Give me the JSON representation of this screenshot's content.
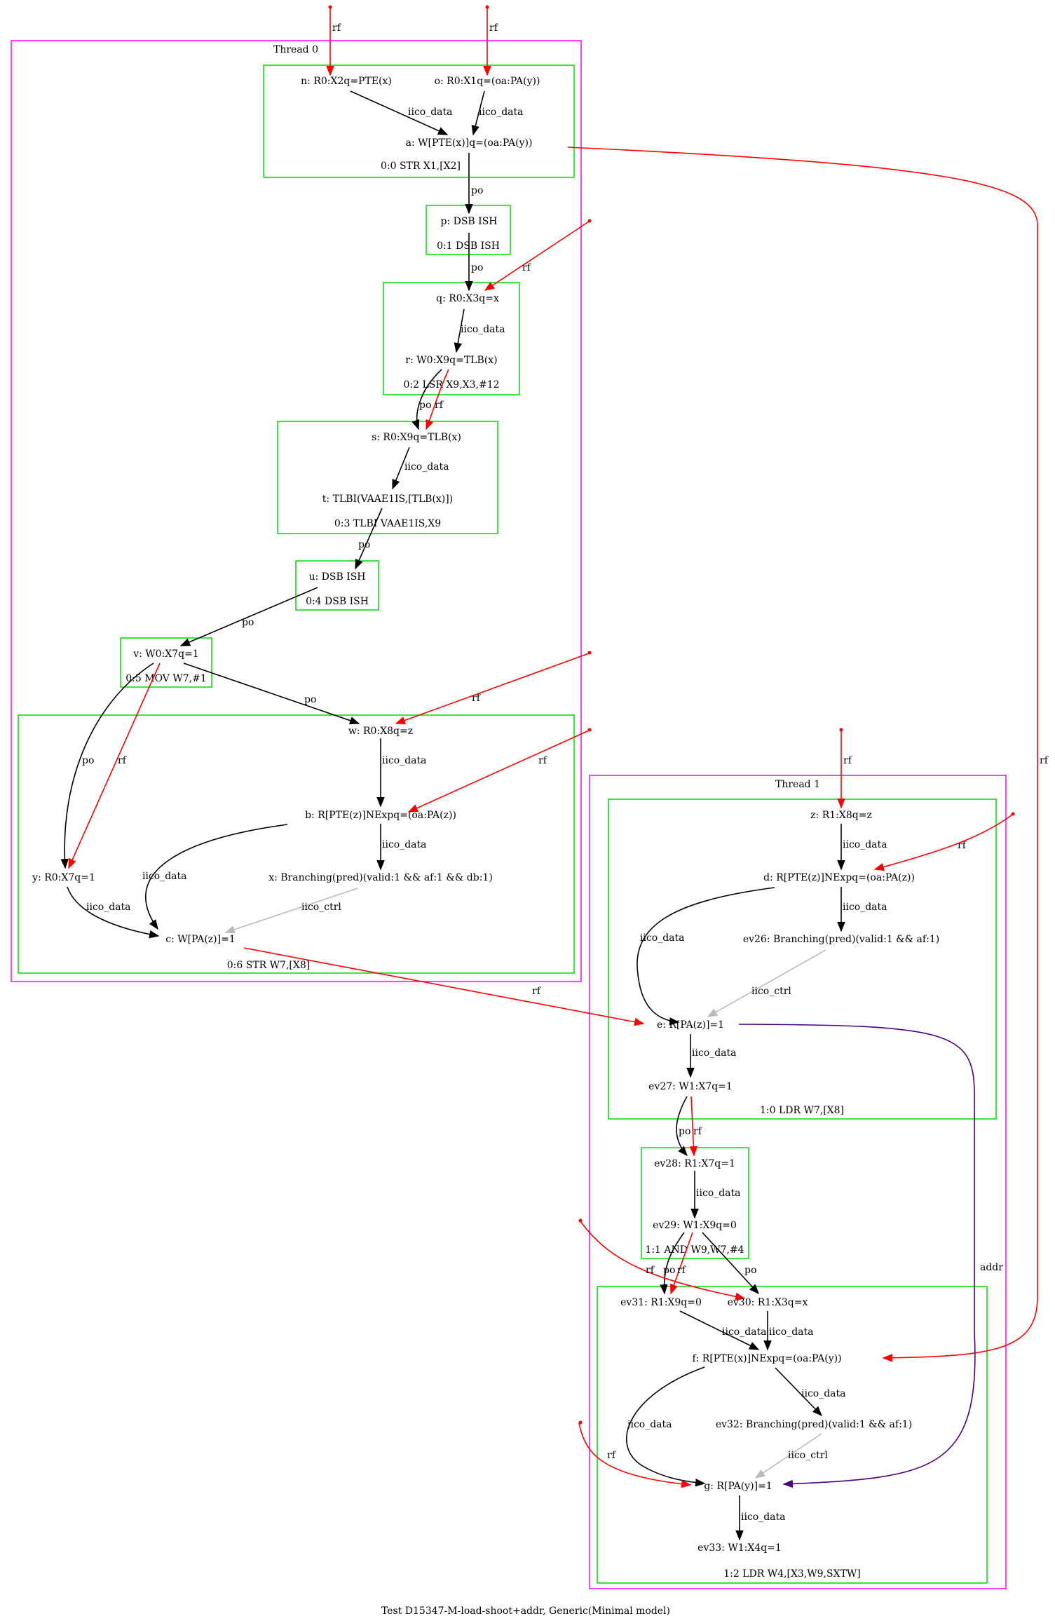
{
  "caption": "Test D15347-M-load-shoot+addr, Generic(Minimal model)",
  "colors": {
    "thread_border": "#ff00ff",
    "instr_border": "#00dd00",
    "black_edge": "#000000",
    "rf_edge": "#ff0000",
    "ctrl_edge": "#bbbbbb",
    "addr_edge": "#4b0082"
  },
  "threads": [
    {
      "id": "t0",
      "label": "Thread 0"
    },
    {
      "id": "t1",
      "label": "Thread 1"
    }
  ],
  "instructions": [
    {
      "id": "i00",
      "thread": "t0",
      "label": "0:0 STR X1,[X2]"
    },
    {
      "id": "i01",
      "thread": "t0",
      "label": "0:1 DSB ISH"
    },
    {
      "id": "i02",
      "thread": "t0",
      "label": "0:2 LSR X9,X3,#12"
    },
    {
      "id": "i03",
      "thread": "t0",
      "label": "0:3 TLBI VAAE1IS,X9"
    },
    {
      "id": "i04",
      "thread": "t0",
      "label": "0:4 DSB ISH"
    },
    {
      "id": "i05",
      "thread": "t0",
      "label": "0:5 MOV W7,#1"
    },
    {
      "id": "i06",
      "thread": "t0",
      "label": "0:6 STR W7,[X8]"
    },
    {
      "id": "i10",
      "thread": "t1",
      "label": "1:0 LDR W7,[X8]"
    },
    {
      "id": "i11",
      "thread": "t1",
      "label": "1:1 AND W9,W7,#4"
    },
    {
      "id": "i12",
      "thread": "t1",
      "label": "1:2 LDR W4,[X3,W9,SXTW]"
    }
  ],
  "events": [
    {
      "id": "n",
      "label": "n: R0:X2q=PTE(x)"
    },
    {
      "id": "o",
      "label": "o: R0:X1q=(oa:PA(y))"
    },
    {
      "id": "a",
      "label": "a: W[PTE(x)]q=(oa:PA(y))"
    },
    {
      "id": "p",
      "label": "p: DSB ISH"
    },
    {
      "id": "q",
      "label": "q: R0:X3q=x"
    },
    {
      "id": "r",
      "label": "r: W0:X9q=TLB(x)"
    },
    {
      "id": "s",
      "label": "s: R0:X9q=TLB(x)"
    },
    {
      "id": "t",
      "label": "t: TLBI(VAAE1IS,[TLB(x)])"
    },
    {
      "id": "u",
      "label": "u: DSB ISH"
    },
    {
      "id": "v",
      "label": "v: W0:X7q=1"
    },
    {
      "id": "w",
      "label": "w: R0:X8q=z"
    },
    {
      "id": "b",
      "label": "b: R[PTE(z)]NExpq=(oa:PA(z))"
    },
    {
      "id": "x",
      "label": "x: Branching(pred)(valid:1 && af:1 && db:1)"
    },
    {
      "id": "y",
      "label": "y: R0:X7q=1"
    },
    {
      "id": "c",
      "label": "c: W[PA(z)]=1"
    },
    {
      "id": "z",
      "label": "z: R1:X8q=z"
    },
    {
      "id": "d",
      "label": "d: R[PTE(z)]NExpq=(oa:PA(z))"
    },
    {
      "id": "ev26",
      "label": "ev26: Branching(pred)(valid:1 && af:1)"
    },
    {
      "id": "e",
      "label": "e: R[PA(z)]=1"
    },
    {
      "id": "ev27",
      "label": "ev27: W1:X7q=1"
    },
    {
      "id": "ev28",
      "label": "ev28: R1:X7q=1"
    },
    {
      "id": "ev29",
      "label": "ev29: W1:X9q=0"
    },
    {
      "id": "ev31",
      "label": "ev31: R1:X9q=0"
    },
    {
      "id": "ev30",
      "label": "ev30: R1:X3q=x"
    },
    {
      "id": "f",
      "label": "f: R[PTE(x)]NExpq=(oa:PA(y))"
    },
    {
      "id": "ev32",
      "label": "ev32: Branching(pred)(valid:1 && af:1)"
    },
    {
      "id": "g",
      "label": "g: R[PA(y)]=1"
    },
    {
      "id": "ev33",
      "label": "ev33: W1:X4q=1"
    }
  ],
  "edges": [
    {
      "from": "init",
      "to": "n",
      "kind": "rf",
      "label": "rf"
    },
    {
      "from": "init",
      "to": "o",
      "kind": "rf",
      "label": "rf"
    },
    {
      "from": "n",
      "to": "a",
      "kind": "data",
      "label": "iico_data"
    },
    {
      "from": "o",
      "to": "a",
      "kind": "data",
      "label": "iico_data"
    },
    {
      "from": "a",
      "to": "p",
      "kind": "po",
      "label": "po"
    },
    {
      "from": "init",
      "to": "q",
      "kind": "rf",
      "label": "rf"
    },
    {
      "from": "p",
      "to": "q",
      "kind": "po",
      "label": "po"
    },
    {
      "from": "q",
      "to": "r",
      "kind": "data",
      "label": "iico_data"
    },
    {
      "from": "r",
      "to": "s",
      "kind": "po",
      "label": "po"
    },
    {
      "from": "r",
      "to": "s",
      "kind": "rf",
      "label": "rf"
    },
    {
      "from": "s",
      "to": "t",
      "kind": "data",
      "label": "iico_data"
    },
    {
      "from": "t",
      "to": "u",
      "kind": "po",
      "label": "po"
    },
    {
      "from": "u",
      "to": "v",
      "kind": "po",
      "label": "po"
    },
    {
      "from": "v",
      "to": "w",
      "kind": "po",
      "label": "po"
    },
    {
      "from": "v",
      "to": "y",
      "kind": "po",
      "label": "po"
    },
    {
      "from": "v",
      "to": "y",
      "kind": "rf",
      "label": "rf"
    },
    {
      "from": "init",
      "to": "w",
      "kind": "rf",
      "label": "rf"
    },
    {
      "from": "w",
      "to": "b",
      "kind": "data",
      "label": "iico_data"
    },
    {
      "from": "init",
      "to": "b",
      "kind": "rf",
      "label": "rf"
    },
    {
      "from": "b",
      "to": "x",
      "kind": "data",
      "label": "iico_data"
    },
    {
      "from": "b",
      "to": "c",
      "kind": "data",
      "label": "iico_data"
    },
    {
      "from": "x",
      "to": "c",
      "kind": "ctrl",
      "label": "iico_ctrl"
    },
    {
      "from": "y",
      "to": "c",
      "kind": "data",
      "label": "iico_data"
    },
    {
      "from": "c",
      "to": "e",
      "kind": "rf",
      "label": "rf"
    },
    {
      "from": "a",
      "to": "f",
      "kind": "rf",
      "label": "rf"
    },
    {
      "from": "init",
      "to": "z",
      "kind": "rf",
      "label": "rf"
    },
    {
      "from": "z",
      "to": "d",
      "kind": "data",
      "label": "iico_data"
    },
    {
      "from": "init",
      "to": "d",
      "kind": "rf",
      "label": "rf"
    },
    {
      "from": "d",
      "to": "ev26",
      "kind": "data",
      "label": "iico_data"
    },
    {
      "from": "d",
      "to": "e",
      "kind": "data",
      "label": "iico_data"
    },
    {
      "from": "ev26",
      "to": "e",
      "kind": "ctrl",
      "label": "iico_ctrl"
    },
    {
      "from": "e",
      "to": "ev27",
      "kind": "data",
      "label": "iico_data"
    },
    {
      "from": "e",
      "to": "g",
      "kind": "addr",
      "label": "addr"
    },
    {
      "from": "ev27",
      "to": "ev28",
      "kind": "po",
      "label": "po"
    },
    {
      "from": "ev27",
      "to": "ev28",
      "kind": "rf",
      "label": "rf"
    },
    {
      "from": "ev28",
      "to": "ev29",
      "kind": "data",
      "label": "iico_data"
    },
    {
      "from": "ev29",
      "to": "ev31",
      "kind": "po",
      "label": "po"
    },
    {
      "from": "ev29",
      "to": "ev31",
      "kind": "rf",
      "label": "rf"
    },
    {
      "from": "ev29",
      "to": "ev30",
      "kind": "po",
      "label": "po"
    },
    {
      "from": "init",
      "to": "ev30",
      "kind": "rf",
      "label": "rf"
    },
    {
      "from": "ev31",
      "to": "f",
      "kind": "data",
      "label": "iico_data"
    },
    {
      "from": "ev30",
      "to": "f",
      "kind": "data",
      "label": "iico_data"
    },
    {
      "from": "f",
      "to": "ev32",
      "kind": "data",
      "label": "iico_data"
    },
    {
      "from": "f",
      "to": "g",
      "kind": "data",
      "label": "iico_data"
    },
    {
      "from": "ev32",
      "to": "g",
      "kind": "ctrl",
      "label": "iico_ctrl"
    },
    {
      "from": "init",
      "to": "g",
      "kind": "rf",
      "label": "rf"
    },
    {
      "from": "g",
      "to": "ev33",
      "kind": "data",
      "label": "iico_data"
    }
  ]
}
